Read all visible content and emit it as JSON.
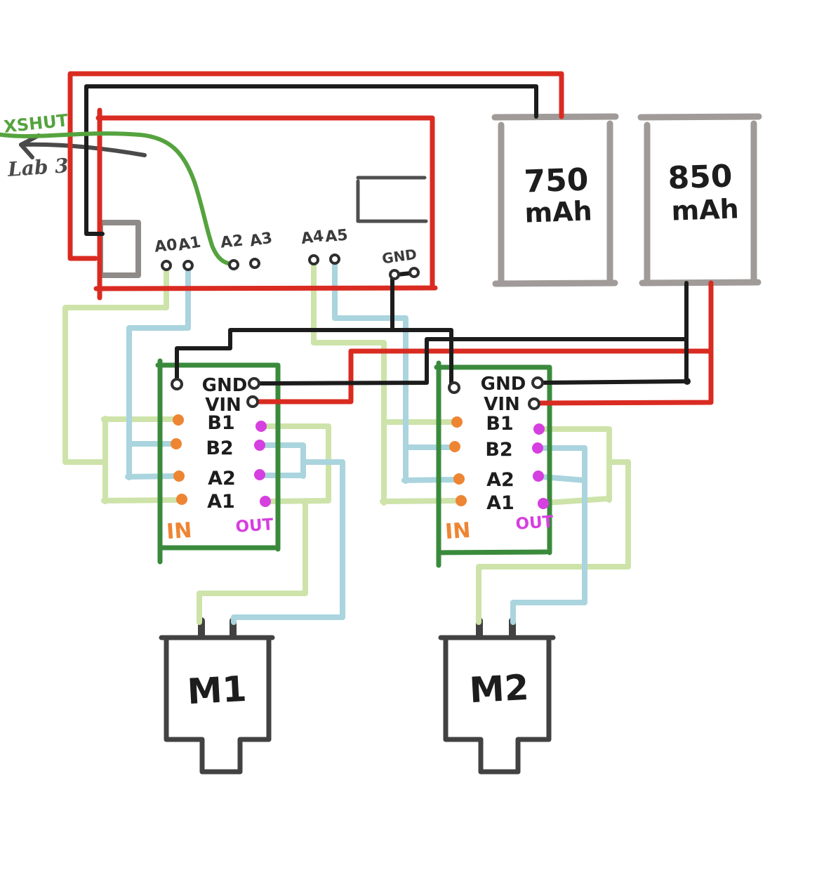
{
  "annotations": {
    "xshut": "XSHUT",
    "lab3": "Lab 3"
  },
  "arduino": {
    "pin_labels": [
      "A0",
      "A1",
      "A2",
      "A3",
      "A4",
      "A5"
    ],
    "gnd_label": "GND"
  },
  "batteries": [
    {
      "capacity": "750",
      "unit": "mAh"
    },
    {
      "capacity": "850",
      "unit": "mAh"
    }
  ],
  "drivers": [
    {
      "gnd": "GND",
      "vin": "VIN",
      "rows": [
        "B1",
        "B2",
        "A2",
        "A1"
      ],
      "in_label": "IN",
      "out_label": "OUT"
    },
    {
      "gnd": "GND",
      "vin": "VIN",
      "rows": [
        "B1",
        "B2",
        "A2",
        "A1"
      ],
      "in_label": "IN",
      "out_label": "OUT"
    }
  ],
  "motors": [
    {
      "label": "M1"
    },
    {
      "label": "M2"
    }
  ],
  "colors": {
    "red": "#d92b21",
    "black": "#1c1c1c",
    "board_green": "#3a8a3c",
    "wire_green": "#55a33e",
    "light_green": "#cde3a9",
    "light_blue": "#aad4de",
    "orange": "#ee8533",
    "magenta": "#d63fe0",
    "battery_gray": "#a09b98",
    "motor_gray": "#424242",
    "connector_gray": "#8f8b89",
    "component_gray": "#4f4f4f",
    "arrow_gray": "#4a4a4a",
    "label_gray": "#3b3b3b",
    "ink": "#1d1d1d"
  }
}
